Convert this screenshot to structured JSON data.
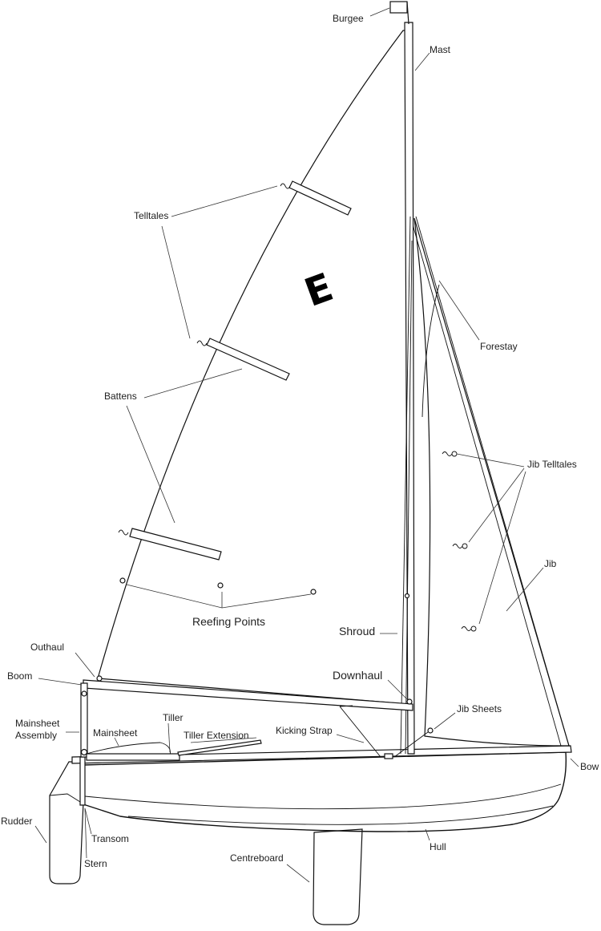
{
  "colors": {
    "hull_fill": "#f5f0b9",
    "ink": "#111111",
    "background": "#ffffff"
  },
  "sail_letter": "E",
  "labels": {
    "burgee": "Burgee",
    "mast": "Mast",
    "telltales": "Telltales",
    "forestay": "Forestay",
    "battens": "Battens",
    "jib_telltales": "Jib Telltales",
    "jib": "Jib",
    "reefing_points": "Reefing Points",
    "shroud": "Shroud",
    "outhaul": "Outhaul",
    "boom": "Boom",
    "downhaul": "Downhaul",
    "tiller": "Tiller",
    "jib_sheets": "Jib Sheets",
    "mainsheet_assembly_line1": "Mainsheet",
    "mainsheet_assembly_line2": "Assembly",
    "mainsheet": "Mainsheet",
    "tiller_extension": "Tiller Extension",
    "kicking_strap": "Kicking Strap",
    "bow": "Bow",
    "rudder": "Rudder",
    "transom": "Transom",
    "stern": "Stern",
    "centreboard": "Centreboard",
    "hull": "Hull"
  }
}
